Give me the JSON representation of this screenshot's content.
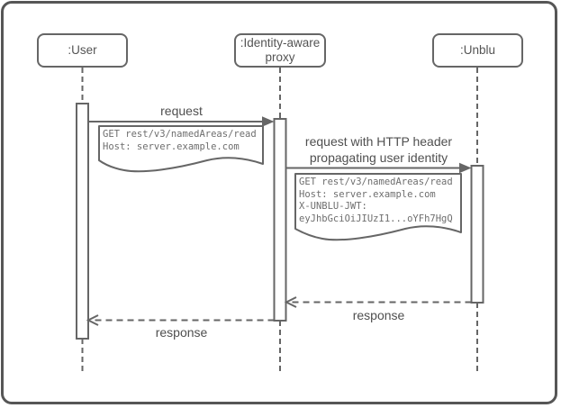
{
  "diagram": {
    "type": "uml-sequence",
    "actors": [
      {
        "id": "user",
        "label": ":User"
      },
      {
        "id": "proxy",
        "label": ":Identity-aware\nproxy"
      },
      {
        "id": "unblu",
        "label": ":Unblu"
      }
    ],
    "messages": [
      {
        "from": "user",
        "to": "proxy",
        "style": "solid",
        "label": "request"
      },
      {
        "from": "proxy",
        "to": "unblu",
        "style": "solid",
        "label": "request with HTTP header\npropagating user identity"
      },
      {
        "from": "unblu",
        "to": "proxy",
        "style": "dashed",
        "label": "response"
      },
      {
        "from": "proxy",
        "to": "user",
        "style": "dashed",
        "label": "response"
      }
    ],
    "notes": [
      {
        "attached_to": "message-1",
        "text": "GET rest/v3/namedAreas/read\nHost: server.example.com"
      },
      {
        "attached_to": "message-2",
        "text": "GET rest/v3/namedAreas/read\nHost: server.example.com\nX-UNBLU-JWT:\neyJhbGciOiJIUzI1...oYFh7HgQ"
      }
    ],
    "colors": {
      "frame": "#565656",
      "line": "#666666",
      "label_text": "#4f4f4f",
      "note_text": "#6e6e6e",
      "background": "#ffffff"
    }
  }
}
